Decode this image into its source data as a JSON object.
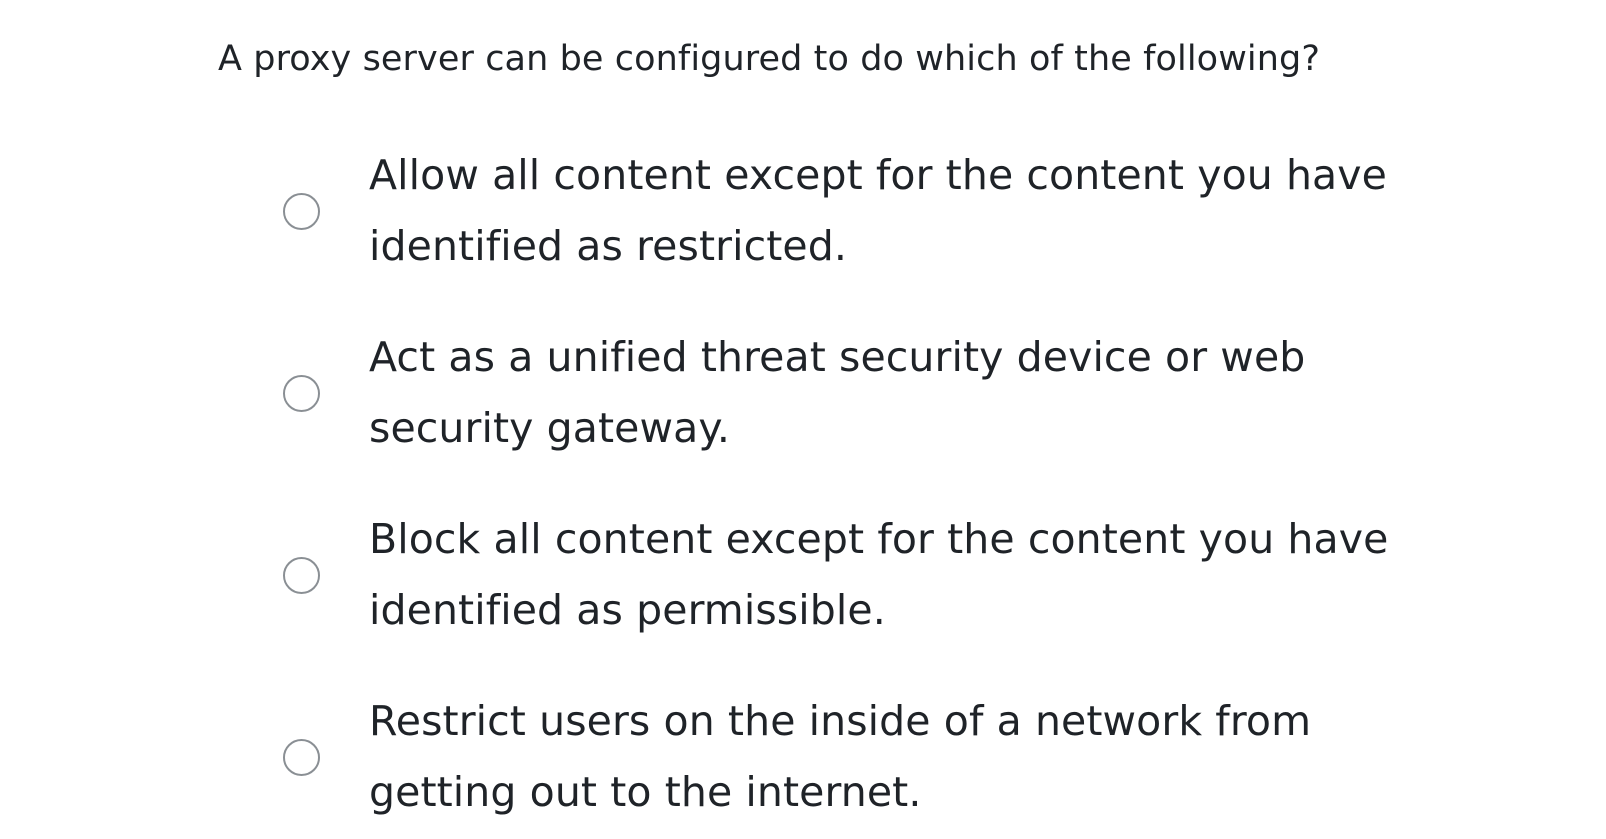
{
  "page": {
    "background_color": "#ffffff",
    "text_color": "#1f2328",
    "radio_border_color": "#8a8f94"
  },
  "question": {
    "prompt": "A proxy server can be configured to do which of the following?"
  },
  "options": [
    {
      "id": "option-a",
      "label": "Allow all content except for the content you have identified as restricted.",
      "selected": false
    },
    {
      "id": "option-b",
      "label": "Act as a unified threat security device or web security gateway.",
      "selected": false
    },
    {
      "id": "option-c",
      "label": "Block all content except for the content you have identified as permissible.",
      "selected": false
    },
    {
      "id": "option-d",
      "label": "Restrict users on the inside of a network from getting out to the internet.",
      "selected": false
    }
  ]
}
